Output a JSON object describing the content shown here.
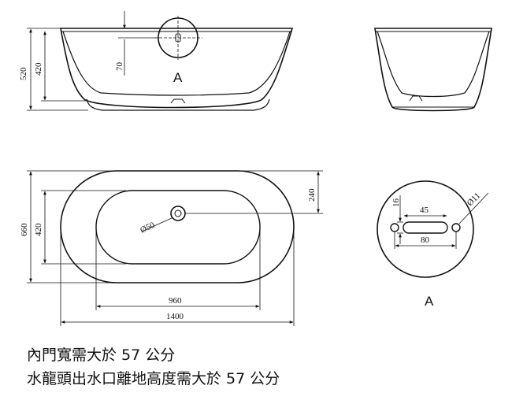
{
  "front_view": {
    "dim_total_height": "520",
    "dim_inner_height": "420",
    "dim_faucet_height": "70",
    "detail_marker": "A"
  },
  "side_view": {},
  "top_view": {
    "dim_drain_diameter": "Ø50",
    "dim_drain_offset": "240",
    "dim_width": "660",
    "dim_inner_width": "420",
    "dim_inner_length": "960",
    "dim_length": "1400"
  },
  "detail_a": {
    "dim_hole_diameter": "Ø11",
    "dim_slot_height": "16",
    "dim_slot_length": "45",
    "dim_hole_spacing": "80",
    "label": "A"
  },
  "notes": {
    "line1": "內門寬需大於 57 公分",
    "line2": "水龍頭出水口離地高度需大於 57 公分"
  }
}
